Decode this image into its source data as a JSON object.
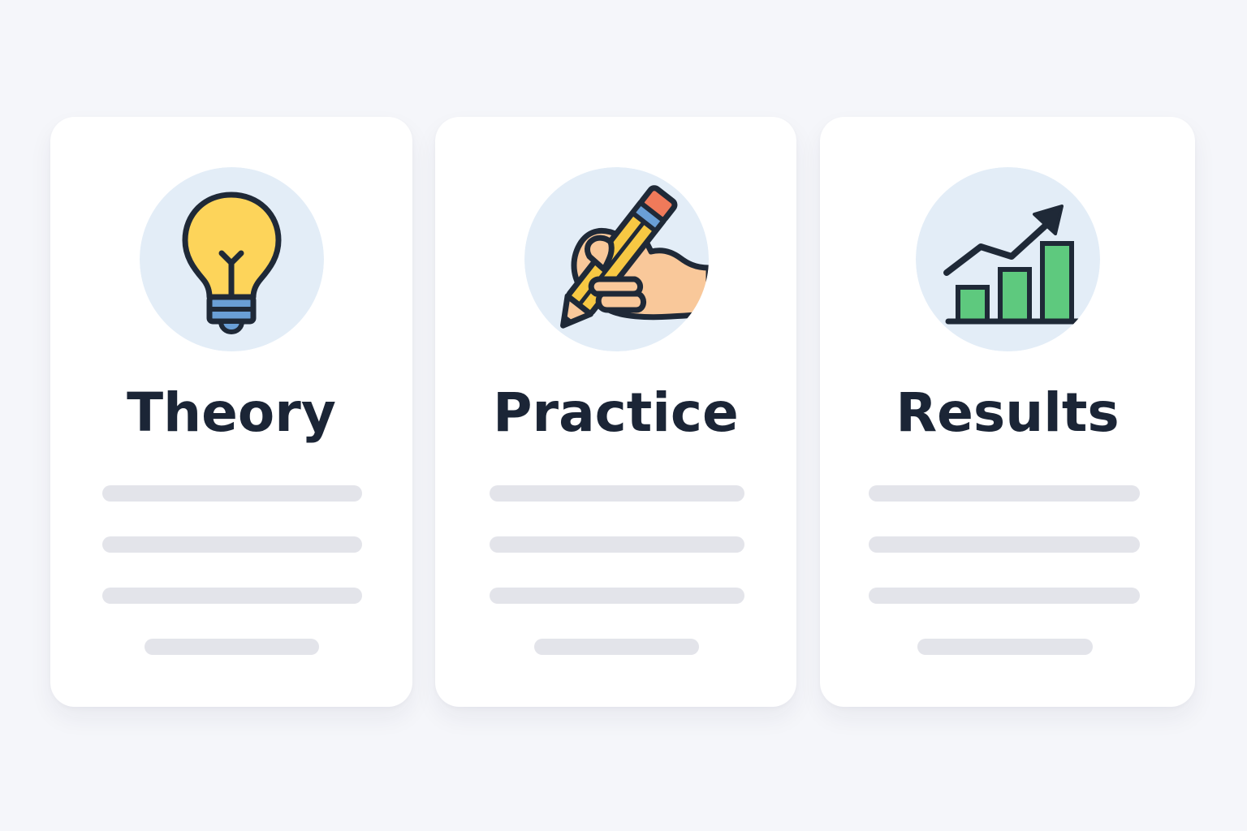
{
  "cards": [
    {
      "title": "Theory",
      "icon": "lightbulb-icon",
      "placeholder_lines": 4
    },
    {
      "title": "Practice",
      "icon": "pencil-in-hand-icon",
      "placeholder_lines": 4
    },
    {
      "title": "Results",
      "icon": "growth-chart-icon",
      "placeholder_lines": 4
    }
  ],
  "colors": {
    "background": "#f5f6fa",
    "card": "#ffffff",
    "icon_circle": "#e3edf7",
    "title": "#1b2536",
    "placeholder_line": "#e3e4ea",
    "bulb_yellow": "#fdd45a",
    "bulb_base_blue": "#6a9fd6",
    "pencil_yellow": "#f7c843",
    "pencil_eraser": "#f07a5a",
    "hand_skin": "#f9c89a",
    "bar_green": "#5ec97e",
    "outline": "#1f2937"
  }
}
